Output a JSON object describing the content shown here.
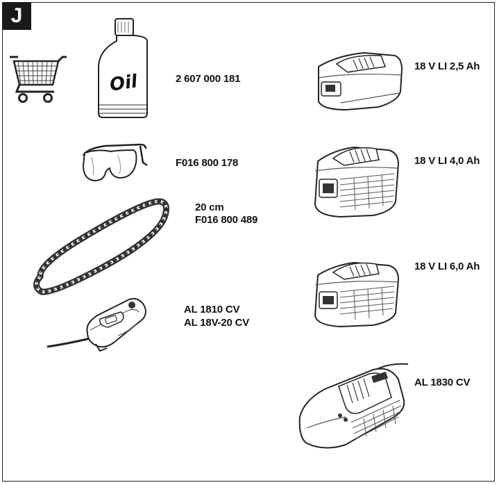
{
  "section_letter": "J",
  "accessories": [
    {
      "id": "oil",
      "icon": "oil-bottle-icon",
      "lines": [
        "2 607 000 181"
      ],
      "oil_text": "Oil"
    },
    {
      "id": "glasses",
      "icon": "safety-glasses-icon",
      "lines": [
        "F016 800 178"
      ]
    },
    {
      "id": "chain",
      "icon": "saw-chain-icon",
      "lines": [
        "20 cm",
        "F016 800 489"
      ]
    },
    {
      "id": "small-charger",
      "icon": "small-charger-icon",
      "lines": [
        "AL 1810 CV",
        "AL 18V-20 CV"
      ]
    },
    {
      "id": "battery-2-5",
      "icon": "battery-icon",
      "lines": [
        "18 V LI 2,5 Ah"
      ]
    },
    {
      "id": "battery-4-0",
      "icon": "battery-icon",
      "lines": [
        "18 V LI 4,0 Ah"
      ]
    },
    {
      "id": "battery-6-0",
      "icon": "battery-icon",
      "lines": [
        "18 V LI 6,0 Ah"
      ]
    },
    {
      "id": "fast-charger",
      "icon": "fast-charger-icon",
      "lines": [
        "AL 1830 CV"
      ]
    }
  ]
}
